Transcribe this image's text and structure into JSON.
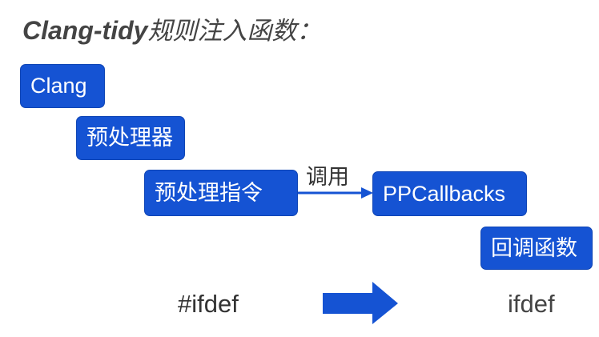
{
  "title": {
    "prefix": "Clang-tidy",
    "suffix": "规则注入函数："
  },
  "nodes": {
    "clang": "Clang",
    "preprocessor": "预处理器",
    "directive": "预处理指令",
    "callbacks": "PPCallbacks",
    "callback_fn": "回调函数"
  },
  "edge": {
    "label": "调用"
  },
  "example": {
    "source": "#ifdef",
    "target": "ifdef"
  },
  "colors": {
    "accent": "#1553d3",
    "text": "#444444"
  }
}
